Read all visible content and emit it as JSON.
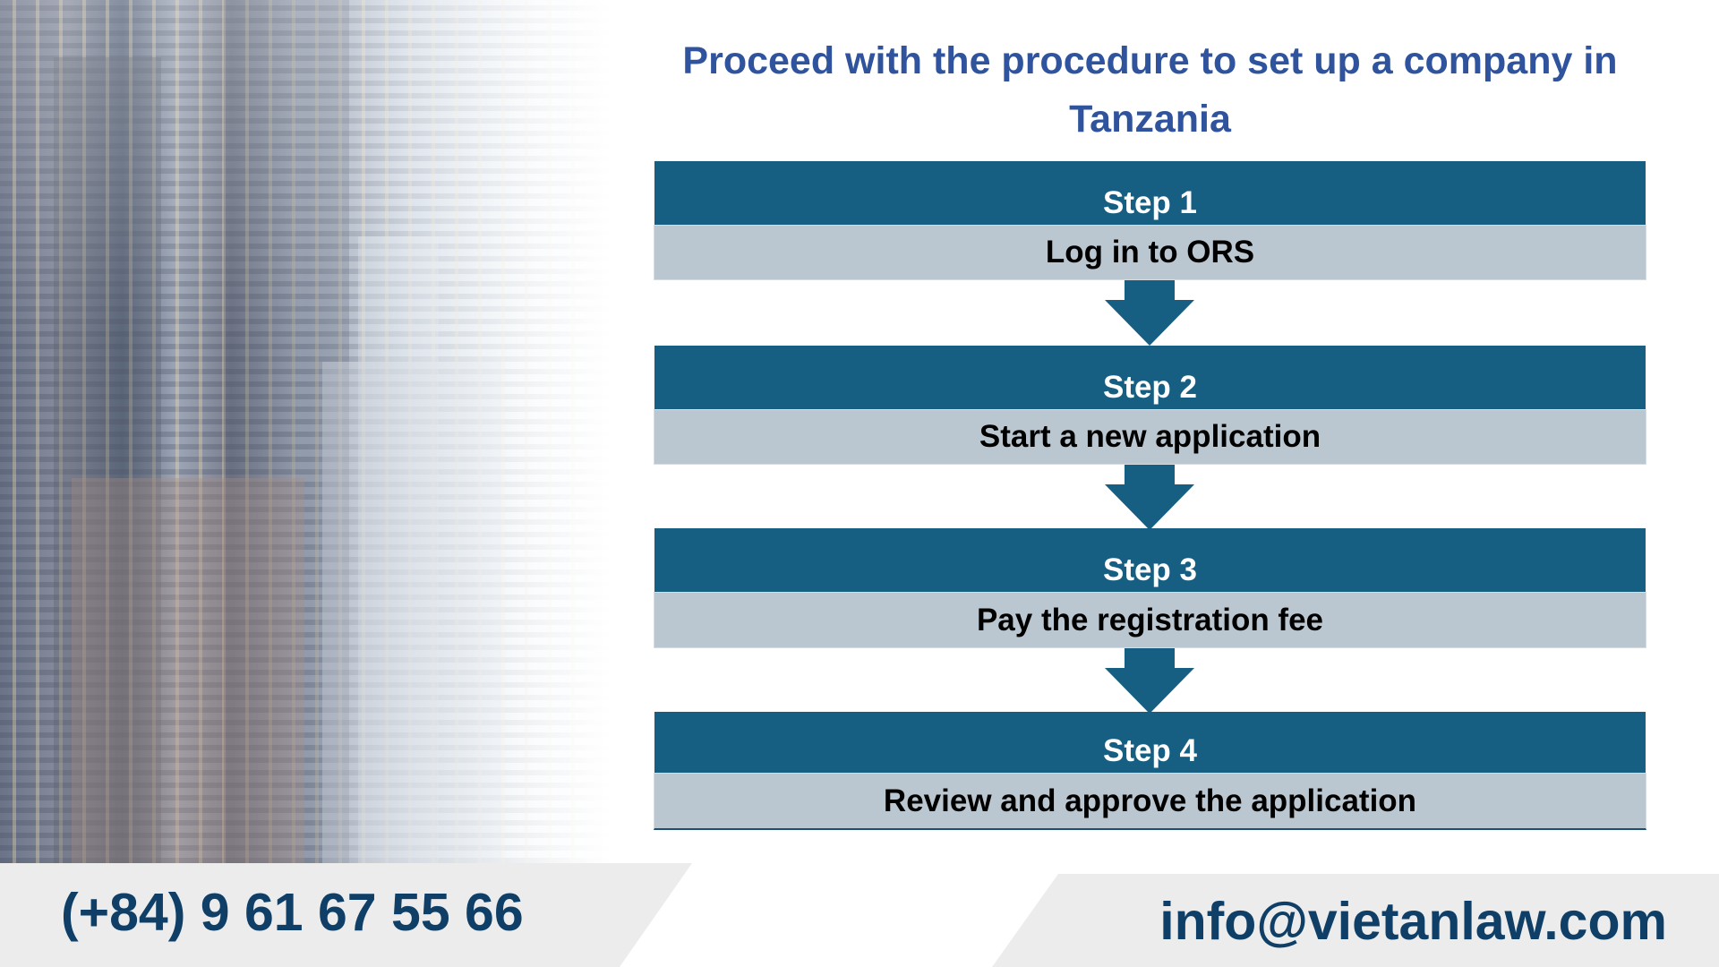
{
  "title": "Proceed with the procedure to set up a company in Tanzania",
  "steps": [
    {
      "label": "Step 1",
      "text": "Log in to ORS"
    },
    {
      "label": "Step 2",
      "text": "Start a new application"
    },
    {
      "label": "Step 3",
      "text": "Pay the registration fee"
    },
    {
      "label": "Step 4",
      "text": "Review and approve the application"
    }
  ],
  "footer": {
    "phone": "(+84) 9 61 67 55 66",
    "email": "info@vietanlaw.com"
  },
  "colors": {
    "title": "#2f539c",
    "step_header": "#175f82",
    "step_body": "#bbc7d0",
    "footer_text": "#0f3f66",
    "footer_bg": "#ececec"
  }
}
